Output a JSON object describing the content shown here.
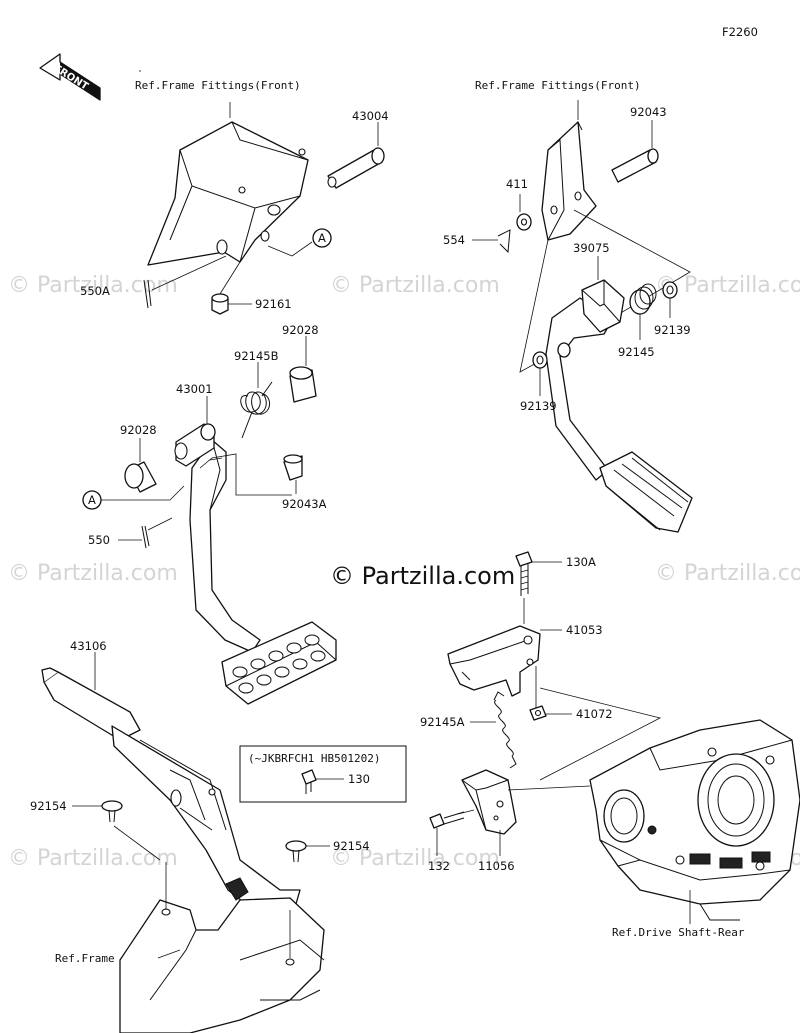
{
  "figure_code": "F2260",
  "front_label": "FRONT",
  "references": {
    "frame_fittings_left": "Ref.Frame Fittings(Front)",
    "frame_fittings_right": "Ref.Frame Fittings(Front)",
    "frame": "Ref.Frame",
    "drive_shaft": "Ref.Drive Shaft-Rear"
  },
  "serial_note": "(~JKBRFCH1 HB501202)",
  "callout_marker": "A",
  "watermark_main": "© Partzilla.com",
  "watermark_faint": "© Partzilla.com",
  "parts": {
    "p43004": "43004",
    "p550A": "550A",
    "p92161": "92161",
    "p92028_top": "92028",
    "p92145B": "92145B",
    "p43001": "43001",
    "p92028_left": "92028",
    "p92043A": "92043A",
    "p550": "550",
    "p43106": "43106",
    "p92154_left": "92154",
    "p92154_right": "92154",
    "p130": "130",
    "p92043": "92043",
    "p411": "411",
    "p554": "554",
    "p39075": "39075",
    "p92139_right": "92139",
    "p92145": "92145",
    "p92139_left": "92139",
    "p130A": "130A",
    "p41053": "41053",
    "p92145A": "92145A",
    "p41072": "41072",
    "p132": "132",
    "p11056": "11056"
  }
}
